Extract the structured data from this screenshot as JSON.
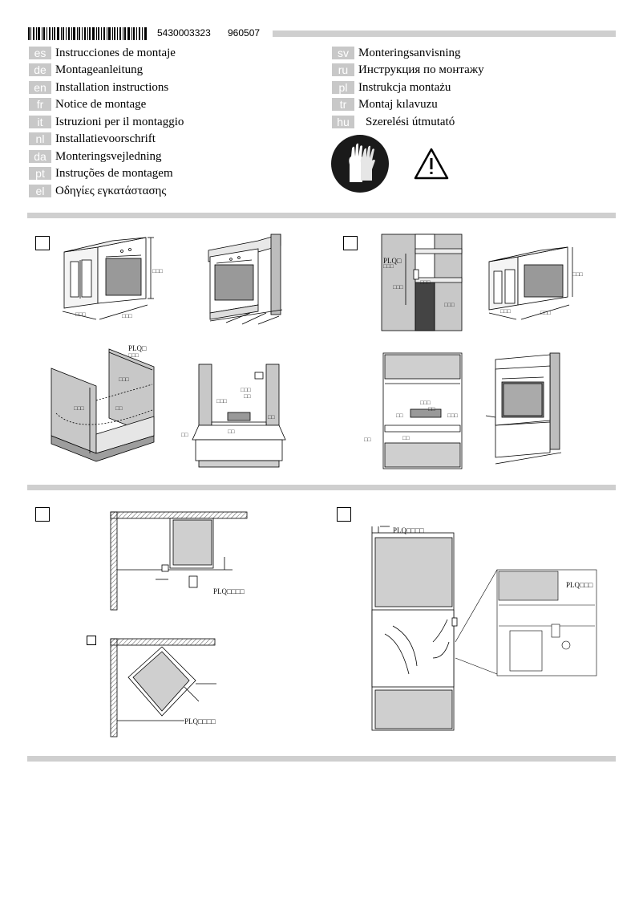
{
  "header": {
    "code1": "5430003323",
    "code2": "960507"
  },
  "languages_left": [
    {
      "code": "es",
      "name": "Instrucciones de montaje"
    },
    {
      "code": "de",
      "name": "Montageanleitung"
    },
    {
      "code": "en",
      "name": "Installation instructions"
    },
    {
      "code": "fr",
      "name": "Notice de montage"
    },
    {
      "code": "it",
      "name": "Istruzioni per il montaggio"
    },
    {
      "code": "nl",
      "name": "Installatievoorschrift"
    },
    {
      "code": "da",
      "name": "Monteringsvejledning"
    },
    {
      "code": "pt",
      "name": "Instruções de montagem"
    },
    {
      "code": "el",
      "name": "Οδηγίες εγκατάστασης"
    }
  ],
  "languages_right": [
    {
      "code": "sv",
      "name": "Monteringsanvisning"
    },
    {
      "code": "ru",
      "name": "Инструкция по монтажу"
    },
    {
      "code": "pl",
      "name": "Instrukcja montażu"
    },
    {
      "code": "tr",
      "name": "Montaj kılavuzu"
    },
    {
      "code": "hu",
      "name": "Szerelési útmutató"
    }
  ],
  "labels": {
    "dim3": "□□□",
    "dim2": "□□",
    "plq_s1": "PLQ□",
    "plq_s2": "PLQ□",
    "plq_s3a": "PLQ□□□□",
    "plq_s3b": "PLQ□□□□",
    "plq_s4a": "PLQ□□□□",
    "plq_s4b": "PLQ□□□"
  },
  "icons": {
    "gloves": "gloves-icon",
    "warning": "warning-triangle-icon"
  }
}
